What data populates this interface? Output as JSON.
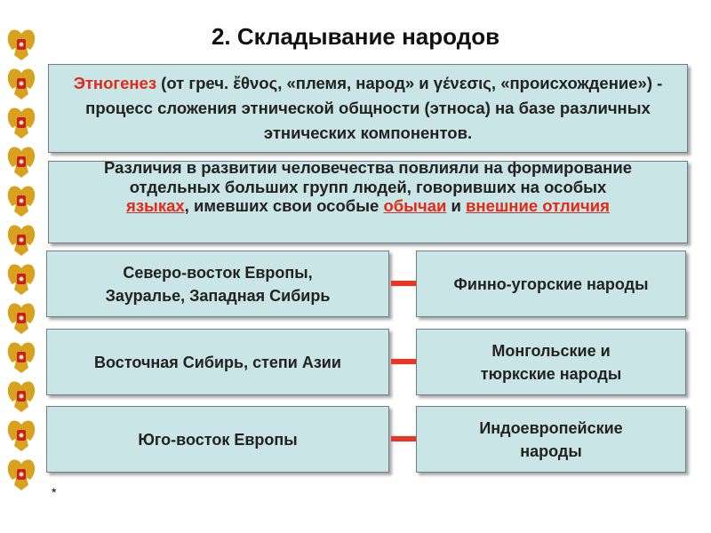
{
  "title": "2. Складывание народов",
  "definition": {
    "term": "Этногенез",
    "text": " (от греч. ἔθνος, «племя, народ» и γένεσις, «происхождение») - процесс сложения этнической общности (этноса) на базе различных этнических компонентов."
  },
  "differences": {
    "line1": "Различия в развитии человечества повлияли на формирование",
    "line2": "отдельных больших групп людей, говоривших на особых",
    "word1": "языках",
    "mid1": ", имевших свои особые ",
    "word2": "обычаи",
    "mid2": " и ",
    "word3": "внешние отличия"
  },
  "rows": [
    {
      "region": "Северо-восток Европы, Зауралье, Западная Сибирь",
      "peoples": "Финно-угорские народы"
    },
    {
      "region": "Восточная Сибирь, степи Азии",
      "peoples": "Монгольские и тюркские народы"
    },
    {
      "region": "Юго-восток Европы",
      "peoples": "Индоевропейские народы"
    }
  ],
  "footnote": "*",
  "colors": {
    "box_fill": "#c9e5e5",
    "accent_red": "#e02a1a",
    "arrow": "#ee3322"
  },
  "icons": {
    "emblem": "double-headed-eagle-icon",
    "arrow": "right-arrow-icon"
  }
}
